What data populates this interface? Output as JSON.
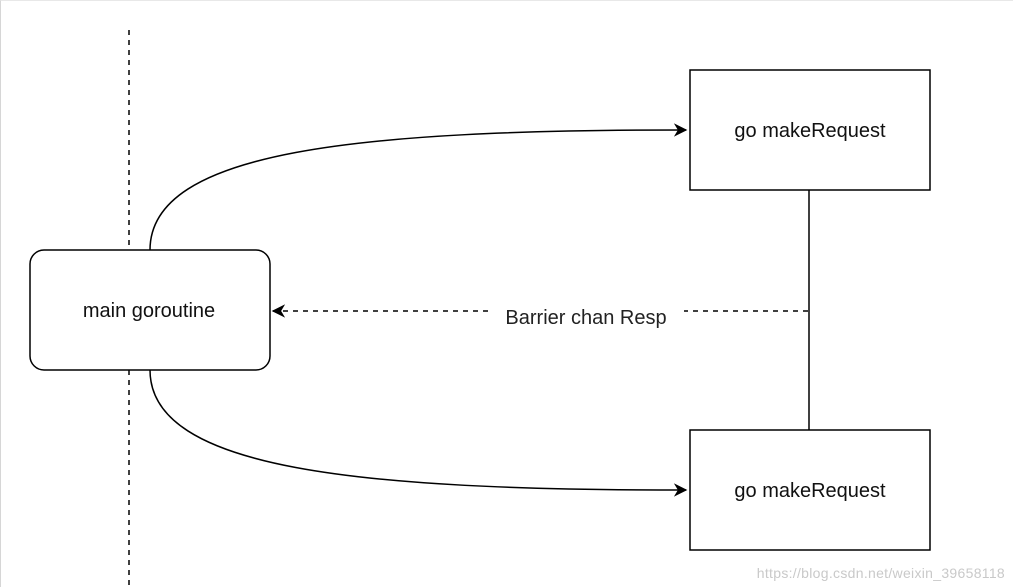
{
  "diagram": {
    "nodes": {
      "main": {
        "label": "main goroutine"
      },
      "request_top": {
        "label": "go makeRequest"
      },
      "request_bottom": {
        "label": "go makeRequest"
      }
    },
    "edges": {
      "barrier": {
        "label": "Barrier chan Resp"
      }
    }
  },
  "watermark": "https://blog.csdn.net/weixin_39658118"
}
